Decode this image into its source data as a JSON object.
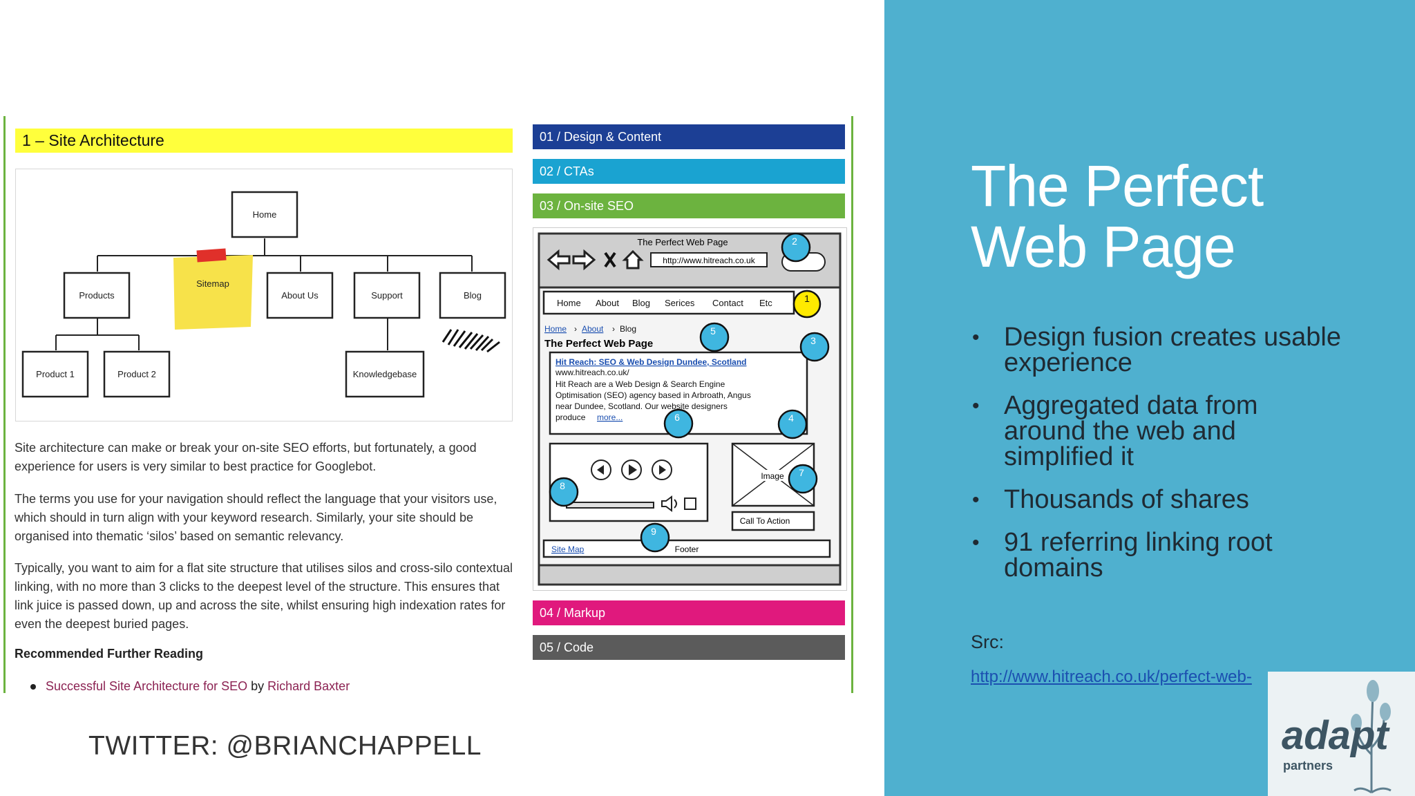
{
  "slide": {
    "title_line1": "The Perfect",
    "title_line2": "Web Page",
    "bullets": [
      "Design fusion creates usable experience",
      "Aggregated data from around the web and simplified it",
      "Thousands of shares",
      "91 referring linking root domains"
    ],
    "src_label": "Src:",
    "src_link": "http://www.hitreach.co.uk/perfect-web-",
    "twitter": "TWITTER: @BRIANCHAPPELL",
    "logo_text": "adapt",
    "logo_sub": "partners"
  },
  "article": {
    "heading": "1 – Site Architecture",
    "sitemap": {
      "home": "Home",
      "products": "Products",
      "sitemap": "Sitemap",
      "about": "About Us",
      "support": "Support",
      "blog": "Blog",
      "product1": "Product 1",
      "product2": "Product 2",
      "knowledge": "Knowledgebase"
    },
    "para1": "Site architecture can make or break your on-site SEO efforts, but fortunately, a good experience for users is very similar to best practice for Googlebot.",
    "para2": "The terms you use for your navigation should reflect the language that your visitors use, which should in turn align with your keyword research. Similarly, your site should be organised into thematic ‘silos’ based on semantic relevancy.",
    "para3": "Typically, you want to aim for a flat site structure that utilises silos and cross-silo contextual linking, with no more than 3 clicks to the deepest level of the structure. This ensures that link juice is passed down, up and across the site, whilst ensuring high indexation rates for even the deepest buried pages.",
    "further": "Recommended Further Reading",
    "reading_link": "Successful Site Architecture for SEO",
    "reading_by": " by ",
    "reading_author": "Richard Baxter"
  },
  "tabs": [
    {
      "label": "01 / Design & Content",
      "color": "#1c3f95"
    },
    {
      "label": "02 / CTAs",
      "color": "#1aa3d1"
    },
    {
      "label": "03 / On-site SEO",
      "color": "#6cb33f"
    },
    {
      "label": "04 / Markup",
      "color": "#e0197d"
    },
    {
      "label": "05 / Code",
      "color": "#5b5b5b"
    }
  ],
  "wireframe": {
    "window_title": "The Perfect Web Page",
    "url": "http://www.hitreach.co.uk",
    "nav": [
      "Home",
      "About",
      "Blog",
      "Serices",
      "Contact",
      "Etc"
    ],
    "crumb_home": "Home",
    "crumb_about": "About",
    "crumb_blog": "Blog",
    "page_heading": "The Perfect Web Page",
    "result_title": "Hit Reach: SEO & Web Design Dundee, Scotland",
    "result_url": "www.hitreach.co.uk/",
    "result_line1": "Hit Reach are a Web Design & Search Engine",
    "result_line2": "Optimisation (SEO) agency based in Arbroath, Angus",
    "result_line3": "near Dundee, Scotland. Our website designers",
    "result_line4": "produce",
    "result_more": "more...",
    "image_label": "Image",
    "cta": "Call To Action",
    "sitemap_link": "Site Map",
    "footer": "Footer",
    "markers": [
      "1",
      "2",
      "3",
      "4",
      "5",
      "6",
      "7",
      "8",
      "9"
    ]
  },
  "colors": {
    "panel_blue": "#4fb0cf",
    "highlight_yellow": "#ffff3c",
    "marker_blue": "#3fb6e0",
    "marker_yellow": "#ffea00",
    "border_green": "#6cb33f"
  }
}
